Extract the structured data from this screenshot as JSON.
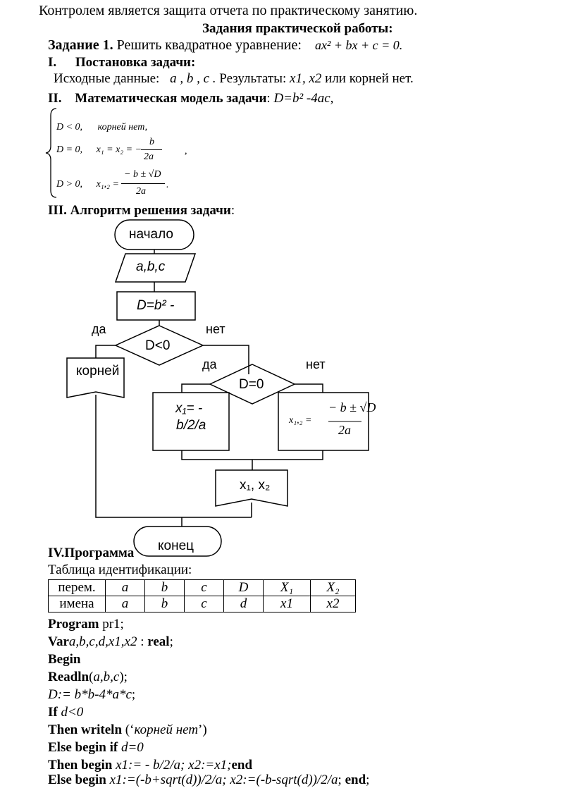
{
  "intro": "Контролем  является защита отчета по  практическому занятию.",
  "heading": "Задания практической работы:",
  "task": {
    "label": "Задание 1.",
    "text": "Решить квадратное уравнение:",
    "equation": "ax² + bx + c = 0."
  },
  "section1": {
    "num": "I.",
    "title": "Постановка задачи:"
  },
  "input_line": {
    "label": "Исходные данные:",
    "vars": "a , b , c .",
    "results_label": "Результаты:",
    "results_vars": "x1, x2",
    "or_text": "или корней нет."
  },
  "section2": {
    "num": "II.",
    "title": "Математическая модель задачи",
    "colon": ":",
    "formula": "D=b² -4ac,"
  },
  "cases": {
    "c1_cond": "D < 0,",
    "c1_text": "корней нет,",
    "c2_cond": "D = 0,",
    "c2_lhs": "x₁ = x₂ = −",
    "c2_num": "b",
    "c2_den": "2a",
    "c2_tail": ",",
    "c3_cond": "D > 0,",
    "c3_lhs": "x₁,₂ =",
    "c3_num": "− b ± √D",
    "c3_den": "2a",
    "c3_tail": "."
  },
  "section3": {
    "title": "III. Алгоритм решения задачи",
    "colon": ":"
  },
  "flowchart": {
    "start": "начало",
    "input": "a,b,c",
    "calc": "D=b² -",
    "d1": "D<0",
    "d1_yes": "да",
    "d1_no": "нет",
    "no_roots": "корней",
    "d2": "D=0",
    "d2_yes": "да",
    "d2_no": "нет",
    "x_eq_1": "x₁= -",
    "x_eq_2": "b/2/a",
    "x12_lhs": "x₁,₂ =",
    "x12_num": "− b ± √D",
    "x12_den": "2a",
    "output": "x₁, x₂",
    "end": "конец"
  },
  "section4": {
    "title": "IV.Программа"
  },
  "ident_caption": "Таблица идентификации:",
  "ident_table": {
    "rows": [
      [
        "перем.",
        "a",
        "b",
        "c",
        "D",
        "X₁",
        "X₂"
      ],
      [
        "имена",
        "a",
        "b",
        "c",
        "d",
        "x1",
        "x2"
      ]
    ]
  },
  "program": {
    "l1_kw": "Program",
    "l1_rest": " pr1;",
    "l2_kw": "Var",
    "l2_vars": "a,b,c,d,x1,x2",
    "l2_sep": " : ",
    "l2_type": "real",
    "l2_end": ";",
    "l3": "Begin",
    "l4_kw": "Readln",
    "l4_open": "(",
    "l4_args": "a,b,c",
    "l4_close": ");",
    "l5": "D:= b*b-4*a*c",
    "l5_end": ";",
    "l6_kw": "If",
    "l6_cond": " d<0",
    "l7_kw": "Then writeln",
    "l7_open": " (‘",
    "l7_str": "корней нет",
    "l7_close": "’)",
    "l8_kw": "Else  begin if",
    "l8_cond": " d=0",
    "l9_kw": "Then  begin",
    "l9_code": " x1:= - b/2/a; x2:=x1;",
    "l9_end": "end",
    "l10_kw": "Else  begin",
    "l10_code": " x1:=(-b+sqrt(d))/2/a;  x2:=(-b-sqrt(d))/2/a",
    "l10_semi": ";  ",
    "l10_end": "end",
    "l10_tail": ";"
  }
}
